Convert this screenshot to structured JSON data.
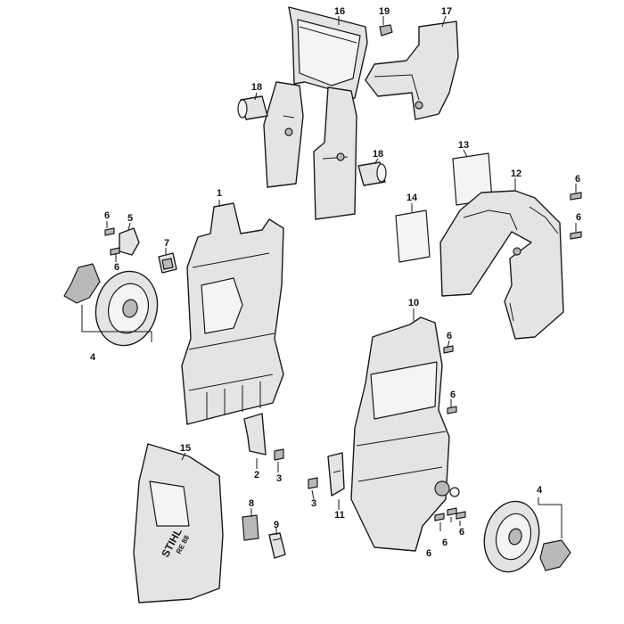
{
  "callouts": [
    {
      "id": "c16",
      "text": "16"
    },
    {
      "id": "c19",
      "text": "19"
    },
    {
      "id": "c17",
      "text": "17"
    },
    {
      "id": "c18a",
      "text": "18"
    },
    {
      "id": "c18b",
      "text": "18"
    },
    {
      "id": "c13",
      "text": "13"
    },
    {
      "id": "c12",
      "text": "12"
    },
    {
      "id": "c6a",
      "text": "6"
    },
    {
      "id": "c6b",
      "text": "6"
    },
    {
      "id": "c14",
      "text": "14"
    },
    {
      "id": "c1",
      "text": "1"
    },
    {
      "id": "c6c",
      "text": "6"
    },
    {
      "id": "c5",
      "text": "5"
    },
    {
      "id": "c6d",
      "text": "6"
    },
    {
      "id": "c7",
      "text": "7"
    },
    {
      "id": "c4a",
      "text": "4"
    },
    {
      "id": "c10",
      "text": "10"
    },
    {
      "id": "c6e",
      "text": "6"
    },
    {
      "id": "c6f",
      "text": "6"
    },
    {
      "id": "c15",
      "text": "15"
    },
    {
      "id": "c2",
      "text": "2"
    },
    {
      "id": "c3a",
      "text": "3"
    },
    {
      "id": "c3b",
      "text": "3"
    },
    {
      "id": "c11",
      "text": "11"
    },
    {
      "id": "c8",
      "text": "8"
    },
    {
      "id": "c9",
      "text": "9"
    },
    {
      "id": "c6g",
      "text": "6"
    },
    {
      "id": "c6h",
      "text": "6"
    },
    {
      "id": "c6i",
      "text": "6"
    },
    {
      "id": "c4b",
      "text": "4"
    }
  ],
  "brand": {
    "logo": "STIHL",
    "model": "RE 88"
  }
}
